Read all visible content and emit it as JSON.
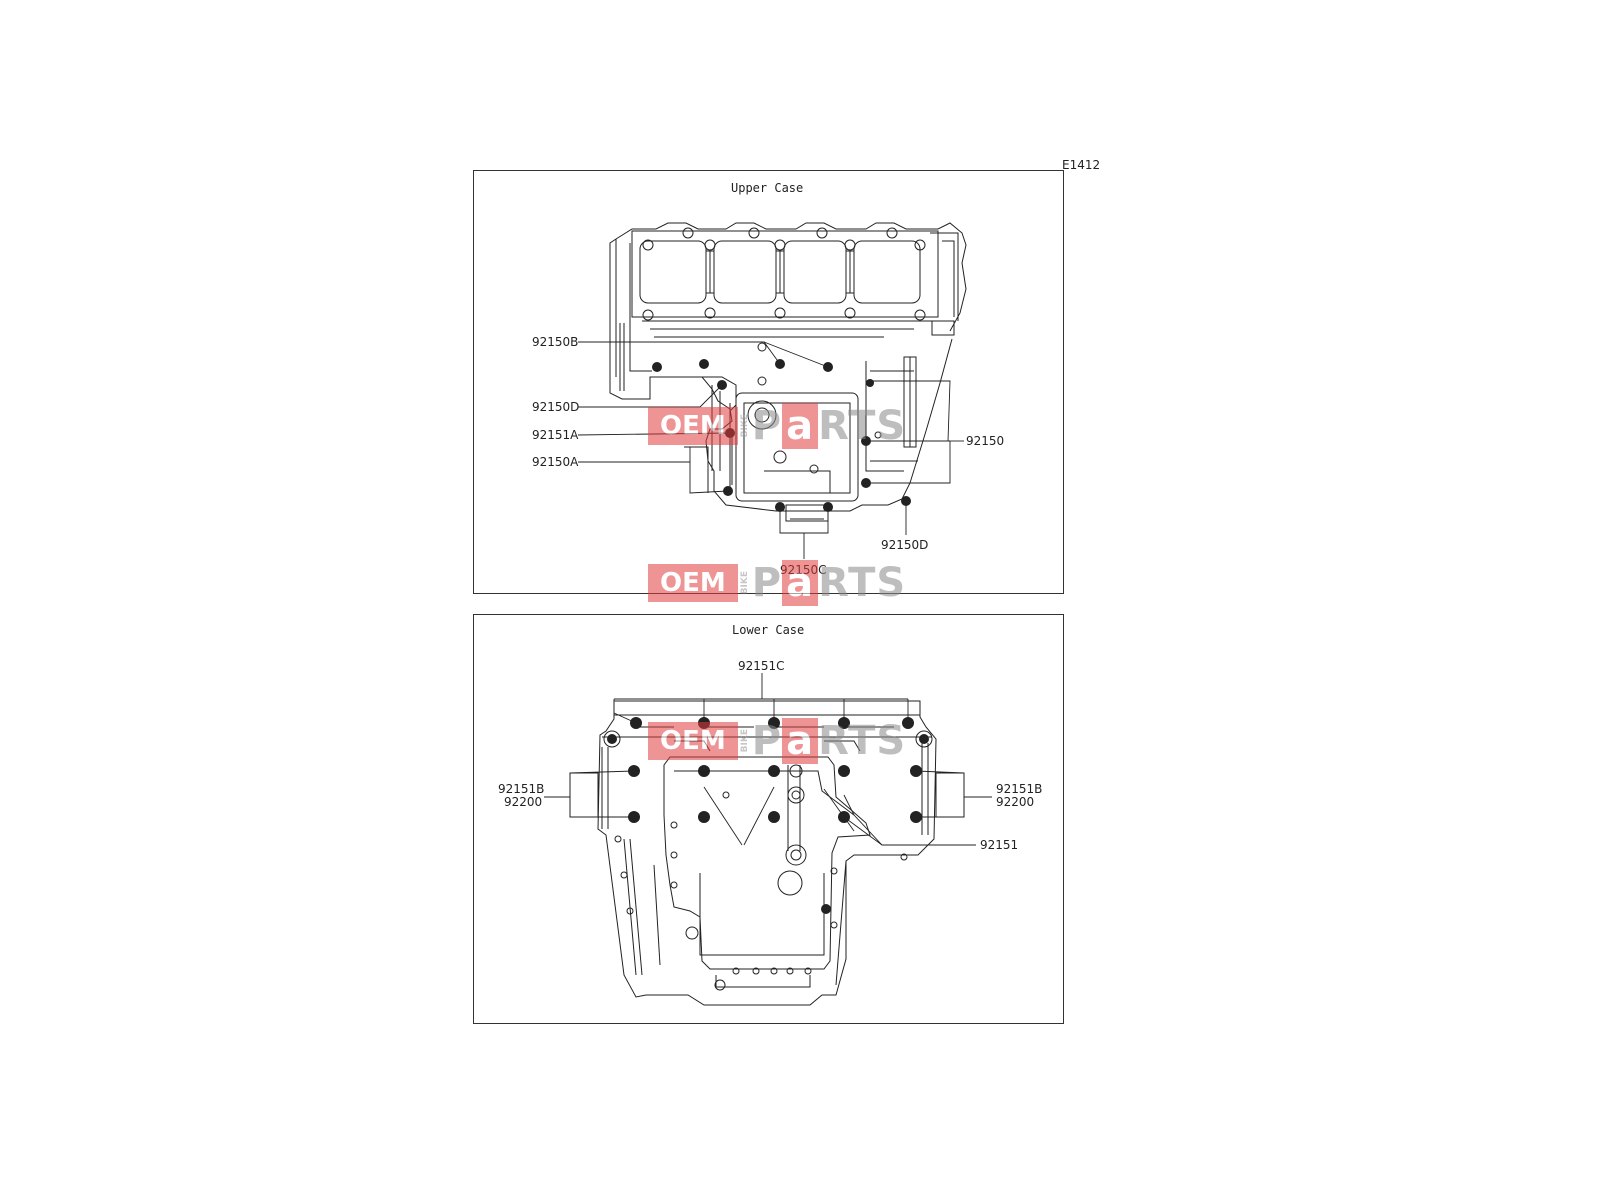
{
  "diagram_code": "E1412",
  "panels": [
    {
      "title": "Upper Case",
      "labels": {
        "p92150B": "92150B",
        "p92150D_left": "92150D",
        "p92151A": "92151A",
        "p92150A": "92150A",
        "p92150": "92150",
        "p92150D_right": "92150D",
        "p92150C": "92150C"
      }
    },
    {
      "title": "Lower Case",
      "labels": {
        "p92151C": "92151C",
        "p92151B_left": "92151B",
        "p92200_left": "92200",
        "p92151B_right": "92151B",
        "p92200_right": "92200",
        "p92151": "92151"
      }
    }
  ],
  "watermark": {
    "oem": "OEM",
    "bike": "BIKE",
    "parts_p": "P",
    "parts_a": "a",
    "parts_rest": "RTS"
  },
  "colors": {
    "watermark_red": "#e23d3d",
    "line": "#222222"
  }
}
